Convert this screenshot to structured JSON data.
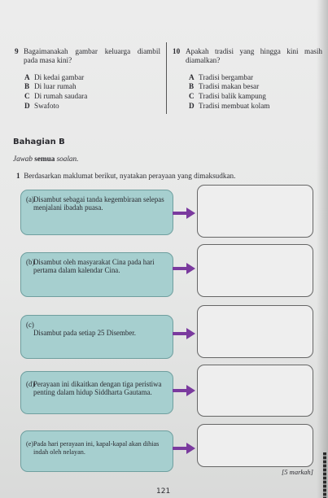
{
  "q9": {
    "num": "9",
    "text": "Bagaimanakah gambar keluarga diambil pada masa kini?",
    "options": [
      {
        "key": "A",
        "text": "Di kedai gambar"
      },
      {
        "key": "B",
        "text": "Di luar rumah"
      },
      {
        "key": "C",
        "text": "Di rumah saudara"
      },
      {
        "key": "D",
        "text": "Swafoto"
      }
    ]
  },
  "q10": {
    "num": "10",
    "text": "Apakah tradisi yang hingga kini masih diamalkan?",
    "options": [
      {
        "key": "A",
        "text": "Tradisi bergambar"
      },
      {
        "key": "B",
        "text": "Tradisi makan besar"
      },
      {
        "key": "C",
        "text": "Tradisi balik kampung"
      },
      {
        "key": "D",
        "text": "Tradisi membuat kolam"
      }
    ]
  },
  "section": {
    "title": "Bahagian B",
    "instruction_pre": "Jawab ",
    "instruction_bold": "semua",
    "instruction_post": " soalan."
  },
  "question1": {
    "num": "1",
    "text": "Berdasarkan maklumat berikut, nyatakan perayaan yang dimaksudkan.",
    "items": [
      {
        "label": "(a)",
        "text": "Disambut sebagai tanda kegembiraan selepas menjalani ibadah puasa."
      },
      {
        "label": "(b)",
        "text": "Disambut oleh masyarakat Cina pada hari pertama dalam kalendar Cina."
      },
      {
        "label": "(c)",
        "text": "Disambut pada setiap 25 Disember."
      },
      {
        "label": "(d)",
        "text": "Perayaan ini dikaitkan dengan tiga peristiwa penting dalam hidup Siddharta Gautama."
      },
      {
        "label": "(e)",
        "text": "Pada hari perayaan ini, kapal-kapal akan dihias indah oleh nelayan."
      }
    ],
    "marks": "[5 markah]"
  },
  "page_number": "121",
  "colors": {
    "box_fill": "#a6cfcf",
    "arrow": "#7a3a9e"
  }
}
